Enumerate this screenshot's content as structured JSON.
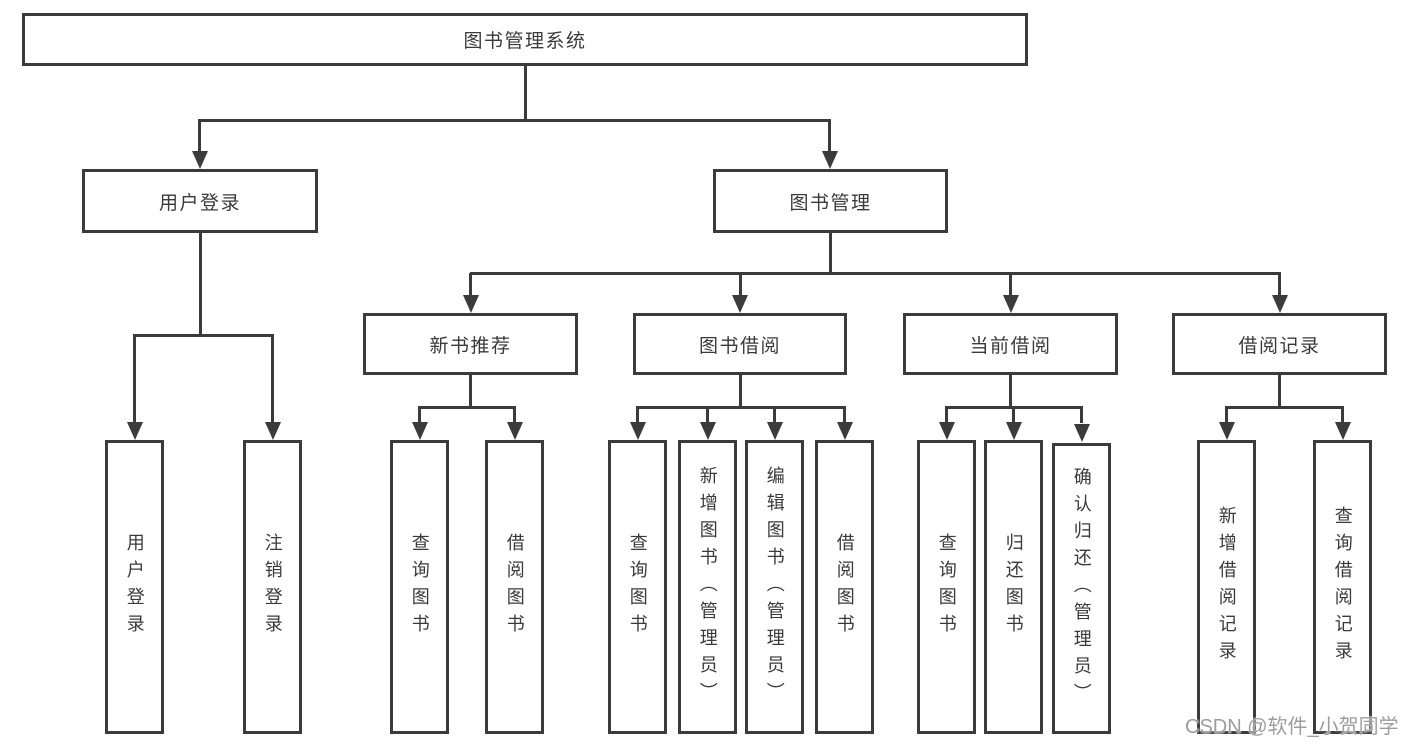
{
  "tree": {
    "root": "图书管理系统",
    "branches": [
      {
        "label": "用户登录",
        "children": [
          "用户登录",
          "注销登录"
        ]
      },
      {
        "label": "图书管理",
        "groups": [
          {
            "label": "新书推荐",
            "children": [
              "查询图书",
              "借阅图书"
            ]
          },
          {
            "label": "图书借阅",
            "children": [
              "查询图书",
              "新增图书（管理员）",
              "编辑图书（管理员）",
              "借阅图书"
            ]
          },
          {
            "label": "当前借阅",
            "children": [
              "查询图书",
              "归还图书",
              "确认归还（管理员）"
            ]
          },
          {
            "label": "借阅记录",
            "children": [
              "新增借阅记录",
              "查询借阅记录"
            ]
          }
        ]
      }
    ]
  },
  "watermark": "CSDN @软件_小贺同学",
  "colors": {
    "line": "#3b3b3b",
    "text": "#3a3a3a",
    "watermark": "#9d9d9d",
    "background": "#ffffff"
  }
}
